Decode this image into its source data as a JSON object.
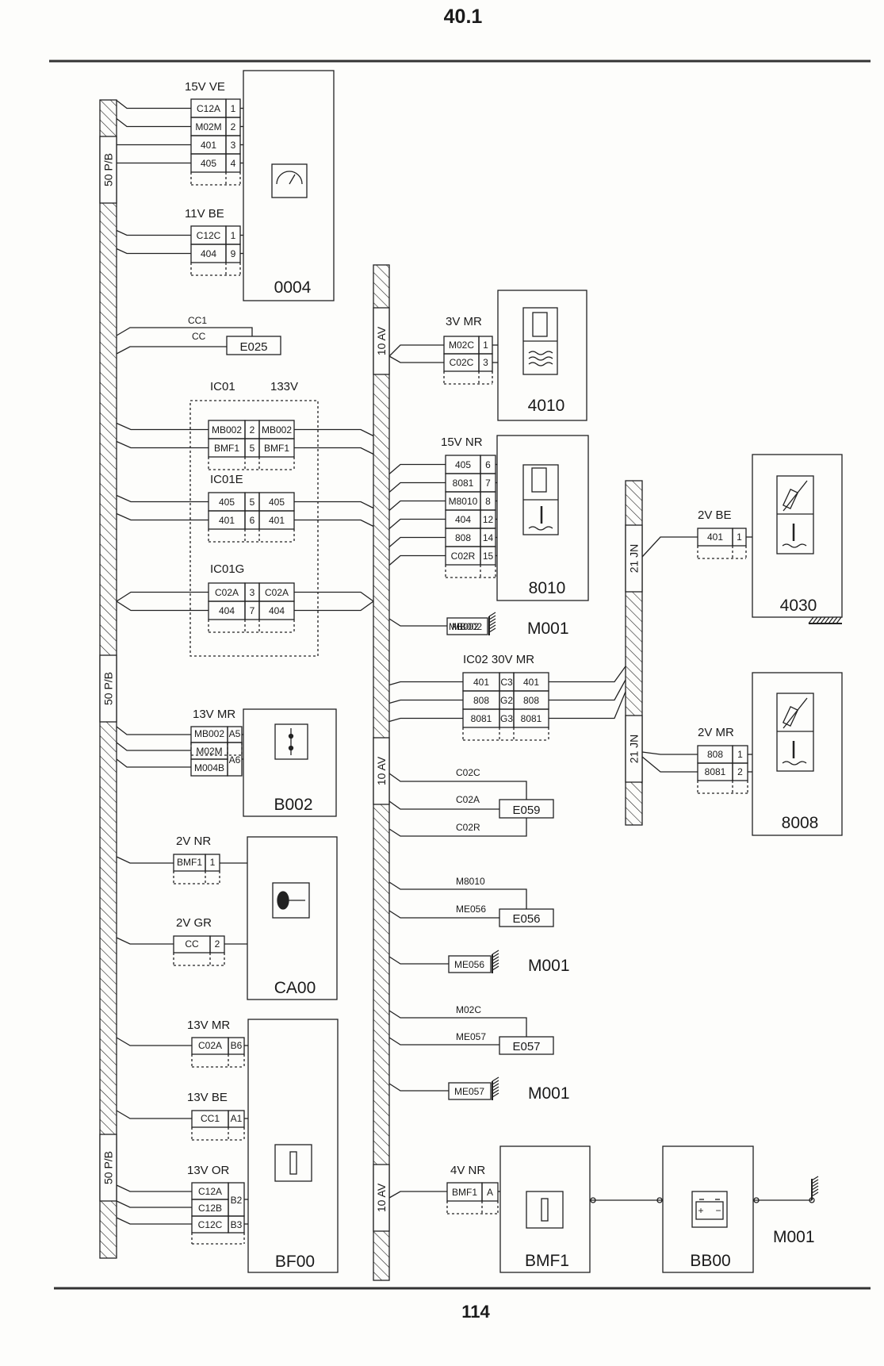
{
  "header": {
    "section": "40.1"
  },
  "footer": {
    "page_number": "114"
  },
  "buses": {
    "left_top": "50 P/B",
    "left_mid": "50 P/B",
    "left_bottom": "50 P/B",
    "mid_top": "10 AV",
    "mid_mid": "10 AV",
    "mid_bottom": "10 AV",
    "right_top": "21 JN",
    "right_bottom": "21 JN"
  },
  "components": {
    "c0004": {
      "id": "0004",
      "icon": "instrument-cluster-icon",
      "conn1": {
        "label": "15V  VE",
        "pins": [
          [
            "C12A",
            "1"
          ],
          [
            "M02M",
            "2"
          ],
          [
            "401",
            "3"
          ],
          [
            "405",
            "4"
          ]
        ]
      },
      "conn2": {
        "label": "11V  BE",
        "pins": [
          [
            "C12C",
            "1"
          ],
          [
            "404",
            "9"
          ]
        ]
      }
    },
    "e025": {
      "id": "E025",
      "wire1": "CC1",
      "wire2": "CC"
    },
    "ic01": {
      "label": "IC01",
      "voltage": "133V",
      "rows": [
        [
          "MB002",
          "2",
          "MB002"
        ],
        [
          "BMF1",
          "5",
          "BMF1"
        ]
      ],
      "sub_e": "IC01E",
      "rows_e": [
        [
          "405",
          "5",
          "405"
        ],
        [
          "401",
          "6",
          "401"
        ]
      ],
      "sub_g": "IC01G",
      "rows_g": [
        [
          "C02A",
          "3",
          "C02A"
        ],
        [
          "404",
          "7",
          "404"
        ]
      ]
    },
    "b002": {
      "id": "B002",
      "icon": "switch-icon",
      "label": "13V  MR",
      "pins": [
        [
          "MB002",
          "A5"
        ],
        [
          "M02M",
          ""
        ],
        [
          "M004B",
          "A6"
        ]
      ]
    },
    "ca00": {
      "id": "CA00",
      "icon": "ignition-switch-icon",
      "conn1": {
        "label": "2V  NR",
        "pins": [
          [
            "BMF1",
            "1"
          ]
        ]
      },
      "conn2": {
        "label": "2V  GR",
        "pins": [
          [
            "CC",
            "2"
          ]
        ]
      }
    },
    "bf00": {
      "id": "BF00",
      "icon": "fuse-icon",
      "conn1": {
        "label": "13V  MR",
        "pins": [
          [
            "C02A",
            "B6"
          ]
        ]
      },
      "conn2": {
        "label": "13V  BE",
        "pins": [
          [
            "CC1",
            "A1"
          ]
        ]
      },
      "conn3": {
        "label": "13V  OR",
        "pins": [
          [
            "C12A",
            "B2"
          ],
          [
            "C12B",
            ""
          ],
          [
            "C12C",
            "B3"
          ]
        ]
      }
    },
    "c4010": {
      "id": "4010",
      "icon": "ecu-coolant-icon",
      "label": "3V  MR",
      "pins": [
        [
          "M02C",
          "1"
        ],
        [
          "C02C",
          "3"
        ]
      ]
    },
    "c8010": {
      "id": "8010",
      "icon": "ecu-temperature-icon",
      "label": "15V  NR",
      "pins": [
        [
          "405",
          "6"
        ],
        [
          "8081",
          "7"
        ],
        [
          "M8010",
          "8"
        ],
        [
          "404",
          "12"
        ],
        [
          "808",
          "14"
        ],
        [
          "C02R",
          "15"
        ]
      ]
    },
    "m001_a": {
      "id": "M001",
      "wire": "MB002"
    },
    "ic02": {
      "label": "IC02  30V  MR",
      "rows": [
        [
          "401",
          "C3",
          "401"
        ],
        [
          "808",
          "G2",
          "808"
        ],
        [
          "8081",
          "G3",
          "8081"
        ]
      ]
    },
    "c4030": {
      "id": "4030",
      "icon": "temperature-sensor-icon",
      "label": "2V  BE",
      "pins": [
        [
          "401",
          "1"
        ]
      ]
    },
    "c8008": {
      "id": "8008",
      "icon": "temperature-sensor-icon",
      "label": "2V  MR",
      "pins": [
        [
          "808",
          "1"
        ],
        [
          "8081",
          "2"
        ]
      ]
    },
    "e059": {
      "id": "E059",
      "wires": [
        "C02C",
        "C02A",
        "C02R"
      ]
    },
    "e056": {
      "id": "E056",
      "wires": [
        "M8010",
        "ME056"
      ]
    },
    "m001_b": {
      "id": "M001",
      "wire": "ME056"
    },
    "e057": {
      "id": "E057",
      "wires": [
        "M02C",
        "ME057"
      ]
    },
    "m001_c": {
      "id": "M001",
      "wire": "ME057"
    },
    "bmf1": {
      "id": "BMF1",
      "icon": "fuse-icon",
      "label": "4V  NR",
      "pins": [
        [
          "BMF1",
          "A"
        ]
      ]
    },
    "bb00": {
      "id": "BB00",
      "icon": "battery-icon"
    },
    "m001_d": {
      "id": "M001"
    }
  }
}
